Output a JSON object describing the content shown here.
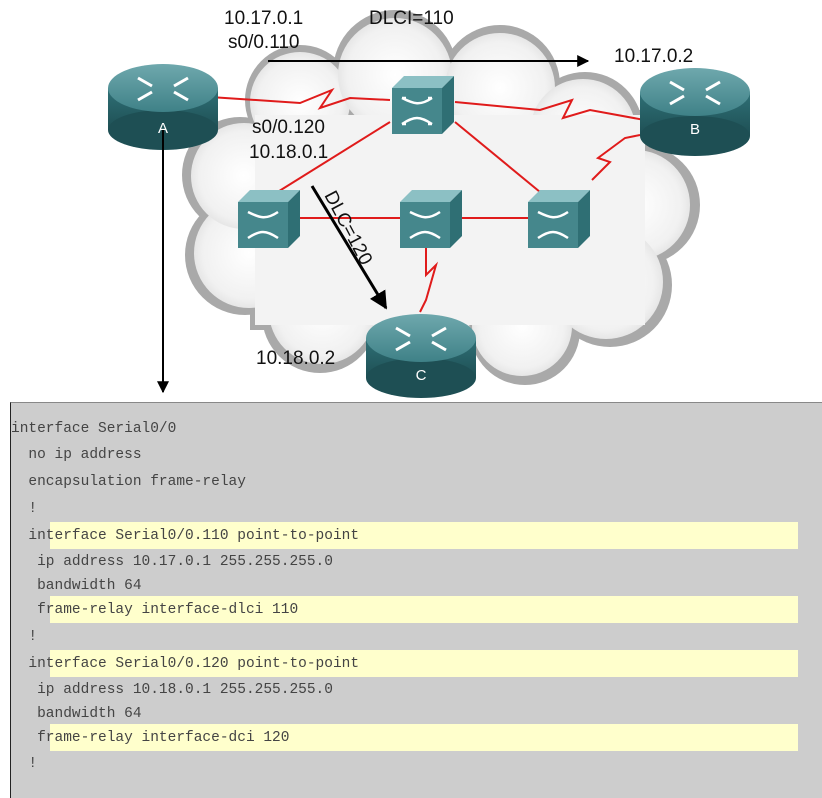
{
  "diagram": {
    "routers": [
      {
        "id": "A",
        "label": "A"
      },
      {
        "id": "B",
        "label": "B"
      },
      {
        "id": "C",
        "label": "C"
      }
    ],
    "labels": {
      "a_ip_b": "10.17.0.1",
      "a_intf_b": "s0/0.110",
      "dlci_b": "DLCI=110",
      "b_ip": "10.17.0.2",
      "a_intf_c": "s0/0.120",
      "a_ip_c": "10.18.0.1",
      "dlci_c": "DLC=120",
      "c_ip": "10.18.0.2"
    }
  },
  "config": {
    "lines": [
      "interface Serial0/0",
      "  no ip address",
      "  encapsulation frame-relay",
      "  !",
      "  interface Serial0/0.110 point-to-point",
      "   ip address 10.17.0.1 255.255.255.0",
      "   bandwidth 64",
      "   frame-relay interface-dlci 110",
      "  !",
      "  interface Serial0/0.120 point-to-point",
      "   ip address 10.18.0.1 255.255.255.0",
      "   bandwidth 64",
      "   frame-relay interface-dci 120",
      "  !"
    ]
  }
}
